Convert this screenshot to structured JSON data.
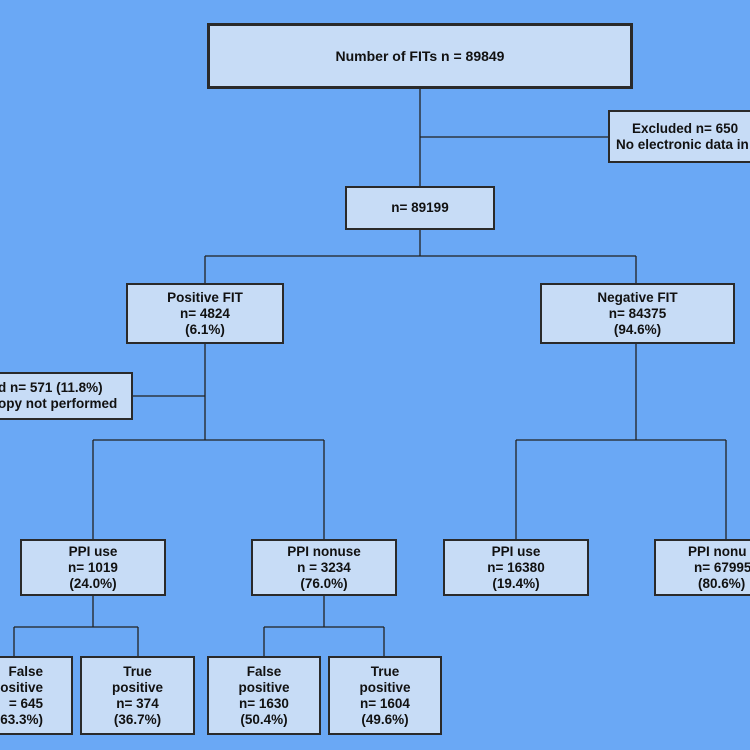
{
  "root": {
    "line1": "Number of FITs n = 89849"
  },
  "excluded_top": {
    "line1": "Excluded   n= 650",
    "line2": "No electronic data in"
  },
  "after_exclusion": {
    "line1": "n= 89199"
  },
  "positive_fit": {
    "line1": "Positive FIT",
    "line2": "n= 4824",
    "line3": "(6.1%)"
  },
  "negative_fit": {
    "line1": "Negative FIT",
    "line2": "n= 84375",
    "line3": "(94.6%)"
  },
  "excluded_left": {
    "line1": "d    n= 571 (11.8%)",
    "line2": "opy not performed"
  },
  "pos_ppi_use": {
    "line1": "PPI use",
    "line2": "n= 1019",
    "line3": "(24.0%)"
  },
  "pos_ppi_nonuse": {
    "line1": "PPI nonuse",
    "line2": "n = 3234",
    "line3": "(76.0%)"
  },
  "neg_ppi_use": {
    "line1": "PPI use",
    "line2": "n= 16380",
    "line3": "(19.4%)"
  },
  "neg_ppi_nonuse": {
    "line1": "PPI nonu",
    "line2": "n= 67995",
    "line3": "(80.6%)"
  },
  "use_false_positive": {
    "line1": "False",
    "line2": "ositive",
    "line3": "= 645",
    "line4": "63.3%)"
  },
  "use_true_positive": {
    "line1": "True",
    "line2": "positive",
    "line3": "n= 374",
    "line4": "(36.7%)"
  },
  "nonuse_false_positive": {
    "line1": "False",
    "line2": "positive",
    "line3": "n= 1630",
    "line4": "(50.4%)"
  },
  "nonuse_true_positive": {
    "line1": "True",
    "line2": "positive",
    "line3": "n= 1604",
    "line4": "(49.6%)"
  }
}
